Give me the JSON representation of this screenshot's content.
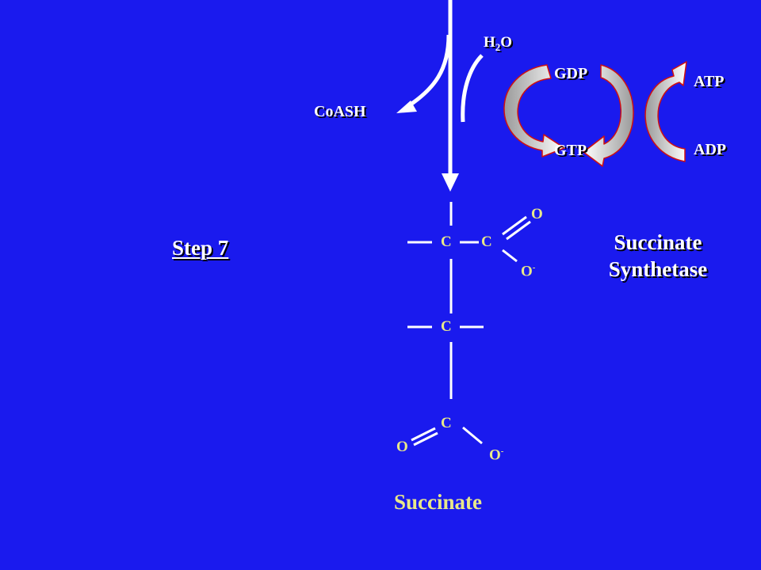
{
  "reaction": {
    "step_label": "Step 7",
    "enzyme_line1": "Succinate",
    "enzyme_line2": "Synthetase",
    "product_name": "Succinate"
  },
  "cofactors": {
    "water_main": "H",
    "water_sub": "2",
    "water_end": "O",
    "coash": "CoASH",
    "gdp": "GDP",
    "gtp": "GTP",
    "atp": "ATP",
    "adp": "ADP"
  },
  "structure": {
    "c1": "C",
    "c2": "C",
    "c3": "C",
    "c4": "C",
    "o_double_top": "O",
    "o_minus_top": "O",
    "o_double_bottom": "O",
    "o_minus_bottom": "O",
    "minus_sign": "-"
  },
  "colors": {
    "background": "#1a1aee",
    "label_white": "#ffffff",
    "structure_yellow": "#e8e88a",
    "arrow_grey": "#c8c8c8",
    "arrow_red": "#d01010"
  }
}
